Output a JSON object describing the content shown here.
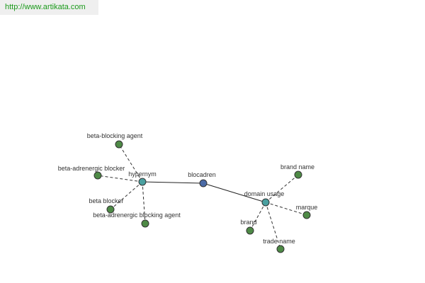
{
  "source": {
    "url": "http://www.artikata.com"
  },
  "colors": {
    "root": "#4a6aa6",
    "relation": "#4aa0a0",
    "leaf": "#4e8a46",
    "solid_edge": "#222222",
    "dashed_edge": "#333333"
  },
  "graph": {
    "nodes": [
      {
        "id": "blocadren",
        "label": "blocadren",
        "kind": "root"
      },
      {
        "id": "hypernym",
        "label": "hypernym",
        "kind": "relation"
      },
      {
        "id": "domain-usage",
        "label": "domain usage",
        "kind": "relation"
      },
      {
        "id": "beta-blocking-agent",
        "label": "beta-blocking agent",
        "kind": "leaf"
      },
      {
        "id": "beta-adrenergic-blocker",
        "label": "beta-adrenergic blocker",
        "kind": "leaf"
      },
      {
        "id": "beta-blocker",
        "label": "beta blocker",
        "kind": "leaf"
      },
      {
        "id": "beta-adrenergic-blocking-agent",
        "label": "beta-adrenergic blocking agent",
        "kind": "leaf"
      },
      {
        "id": "brand-name",
        "label": "brand name",
        "kind": "leaf"
      },
      {
        "id": "marque",
        "label": "marque",
        "kind": "leaf"
      },
      {
        "id": "brand",
        "label": "brand",
        "kind": "leaf"
      },
      {
        "id": "trade-name",
        "label": "trade name",
        "kind": "leaf"
      }
    ],
    "edges": [
      {
        "from": "blocadren",
        "to": "hypernym",
        "style": "solid"
      },
      {
        "from": "blocadren",
        "to": "domain-usage",
        "style": "solid"
      },
      {
        "from": "hypernym",
        "to": "beta-blocking-agent",
        "style": "dashed"
      },
      {
        "from": "hypernym",
        "to": "beta-adrenergic-blocker",
        "style": "dashed"
      },
      {
        "from": "hypernym",
        "to": "beta-blocker",
        "style": "dashed"
      },
      {
        "from": "hypernym",
        "to": "beta-adrenergic-blocking-agent",
        "style": "dashed"
      },
      {
        "from": "domain-usage",
        "to": "brand-name",
        "style": "dashed"
      },
      {
        "from": "domain-usage",
        "to": "marque",
        "style": "dashed"
      },
      {
        "from": "domain-usage",
        "to": "brand",
        "style": "dashed"
      },
      {
        "from": "domain-usage",
        "to": "trade-name",
        "style": "dashed"
      }
    ]
  }
}
